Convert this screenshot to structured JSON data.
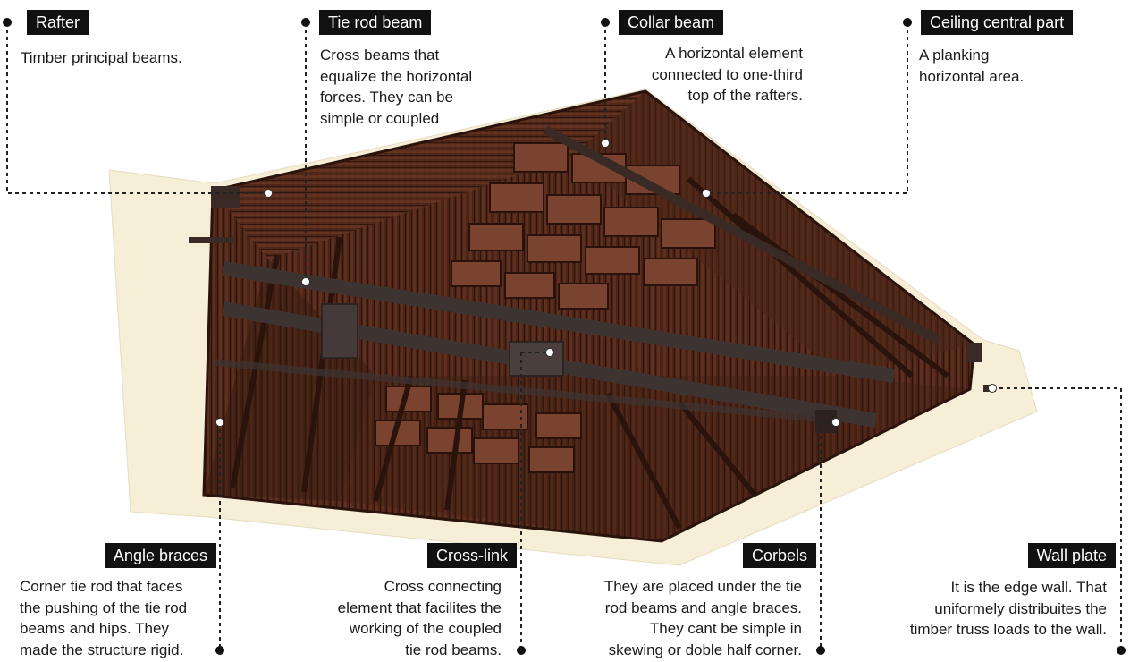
{
  "colors": {
    "wall": "#f6eed6",
    "wood_dark": "#3a1c12",
    "wood_mid": "#5a2c1c",
    "wood_light": "#7a4330",
    "beam": "#3d3432",
    "label_bg": "#111111",
    "leader": "#222222"
  },
  "labels": [
    {
      "id": "rafter",
      "title": "Rafter",
      "desc": [
        "Timber principal beams."
      ]
    },
    {
      "id": "tie-rod-beam",
      "title": "Tie rod beam",
      "desc": [
        "Cross beams that",
        "equalize  the horizontal",
        "forces. They can be",
        "simple or coupled"
      ]
    },
    {
      "id": "collar-beam",
      "title": "Collar beam",
      "desc": [
        "A horizontal element",
        "connected to one-third",
        "top of the rafters."
      ]
    },
    {
      "id": "ceiling-central-part",
      "title": "Ceiling central part",
      "desc": [
        "A planking",
        "horizontal area."
      ]
    },
    {
      "id": "angle-braces",
      "title": "Angle braces",
      "desc": [
        "Corner tie rod that faces",
        "the pushing of the tie rod",
        "beams and hips. They",
        "made the structure rigid."
      ]
    },
    {
      "id": "cross-link",
      "title": "Cross-link",
      "desc": [
        "Cross connecting",
        "element that facilites the",
        "working of the coupled",
        "tie rod beams."
      ]
    },
    {
      "id": "corbels",
      "title": "Corbels",
      "desc": [
        "They are placed under the tie",
        "rod beams and angle braces.",
        "They cant be simple in",
        "skewing or doble half corner."
      ]
    },
    {
      "id": "wall-plate",
      "title": "Wall plate",
      "desc": [
        "It is the edge wall. That",
        "uniformely distribuites the",
        "timber truss loads to the wall."
      ]
    }
  ]
}
